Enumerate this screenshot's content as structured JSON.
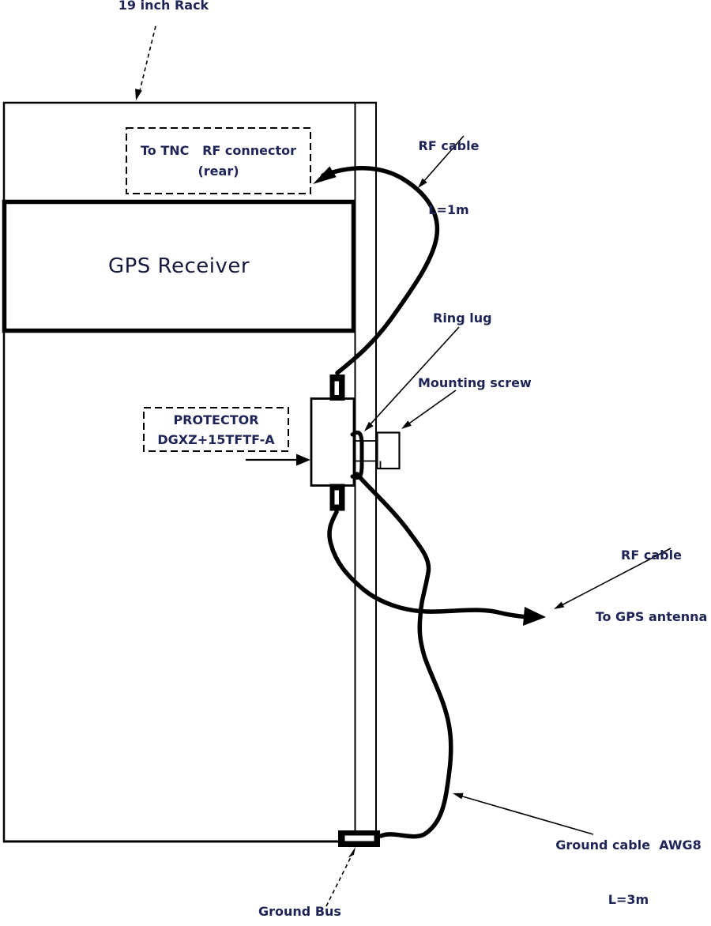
{
  "diagram_title": "GPS receiver surge protector rack installation",
  "labels": {
    "rack": "19 inch Rack",
    "tnc_line1": "To TNC   RF connector",
    "tnc_line2": "(rear)",
    "gps_receiver": "GPS Receiver",
    "rf_cable_1_line1": "RF cable",
    "rf_cable_1_line2": "L=1m",
    "ring_lug": "Ring lug",
    "mounting_screw": "Mounting screw",
    "protector_line1": "PROTECTOR",
    "protector_line2": "DGXZ+15TFTF-A",
    "rf_cable_2_line1": "RF cable",
    "rf_cable_2_line2": "To GPS antenna",
    "ground_cable_line1": "Ground cable  AWG8",
    "ground_cable_line2": "L=3m",
    "ground_bus": "Ground Bus"
  },
  "colors": {
    "line": "#000000",
    "label_text": "#1e2556",
    "background": "#ffffff"
  }
}
